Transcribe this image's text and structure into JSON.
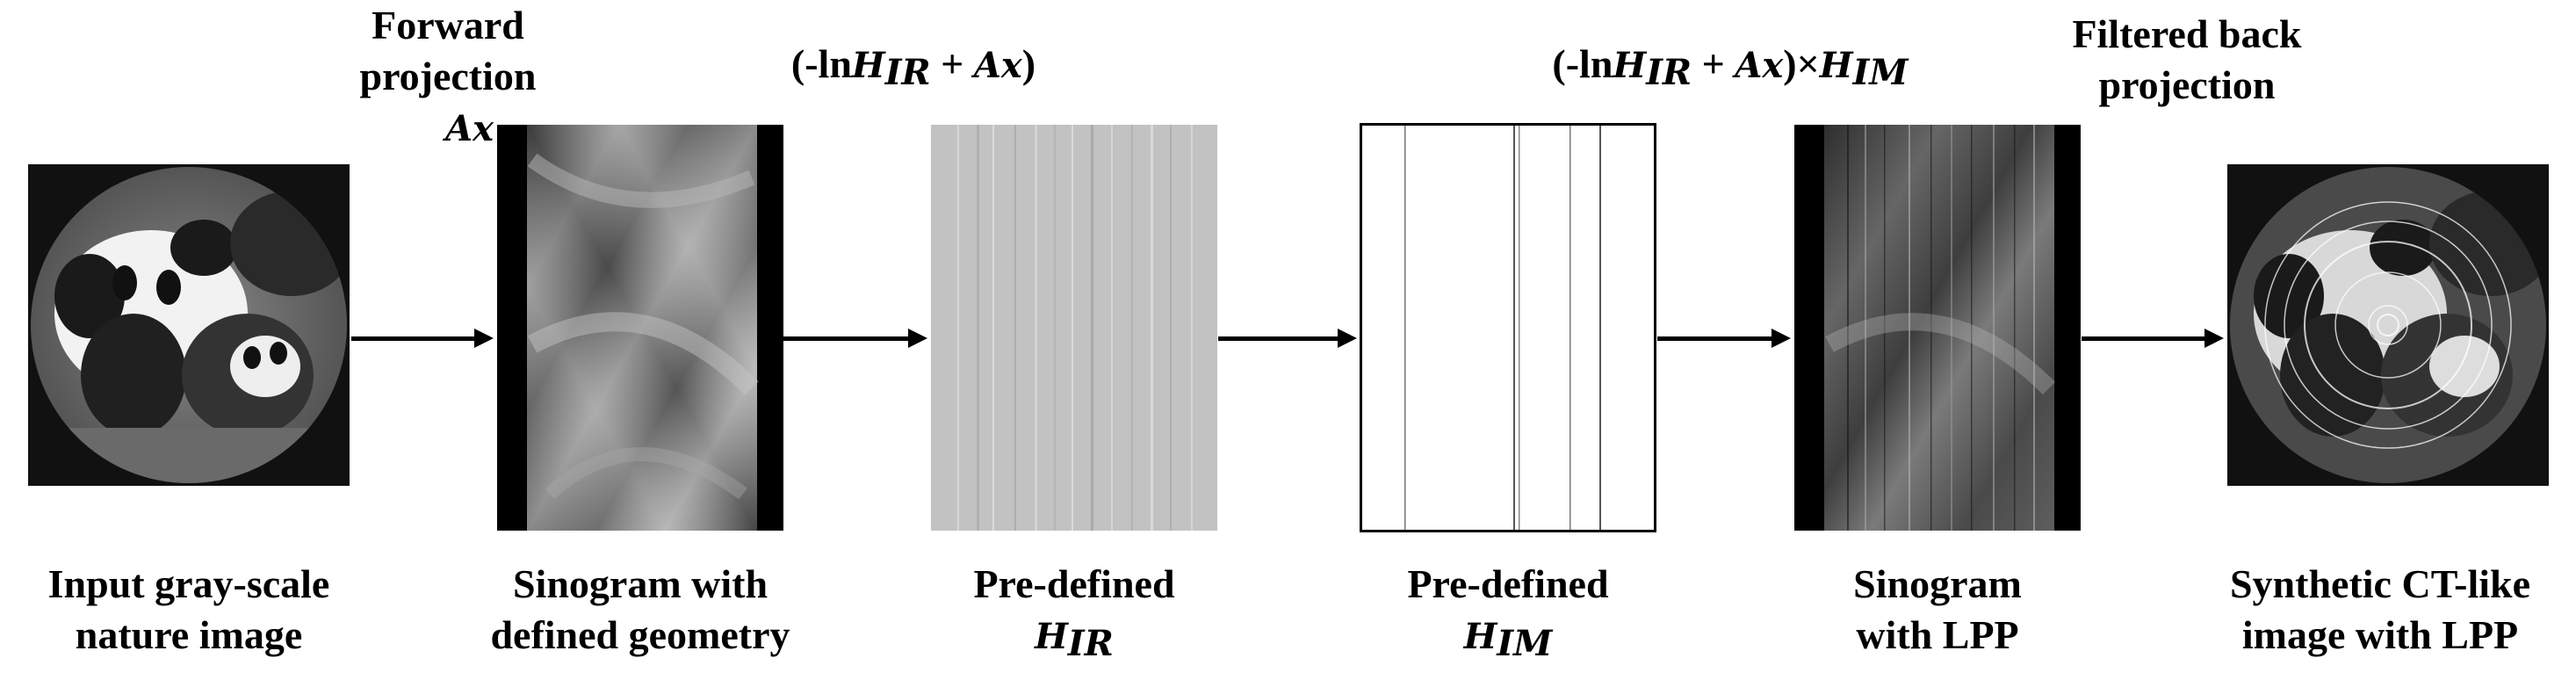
{
  "annotations": {
    "forward_projection": {
      "line1": "Forward",
      "line2": "projection",
      "math": "Ax"
    },
    "after_sinogram": {
      "open": "(-ln",
      "var": "H",
      "sub": "IR",
      "plus": " + ",
      "ax": "Ax",
      "close": ")"
    },
    "after_hir": {
      "open": "(-ln",
      "var": "H",
      "sub": "IR",
      "plus": " + ",
      "ax": "Ax",
      "close": ")×",
      "var2": "H",
      "sub2": "IM"
    },
    "filtered_back": {
      "line1": "Filtered back",
      "line2": "projection"
    }
  },
  "stages": [
    {
      "line1": "Input gray-scale",
      "line2": "nature image"
    },
    {
      "line1": "Sinogram with",
      "line2": "defined geometry"
    },
    {
      "line1": "Pre-defined",
      "var": "H",
      "sub": "IR"
    },
    {
      "line1": "Pre-defined",
      "var": "H",
      "sub": "IM"
    },
    {
      "line1": "Sinogram",
      "line2": "with LPP"
    },
    {
      "line1": "Synthetic CT-like",
      "line2": "image with LPP"
    }
  ]
}
